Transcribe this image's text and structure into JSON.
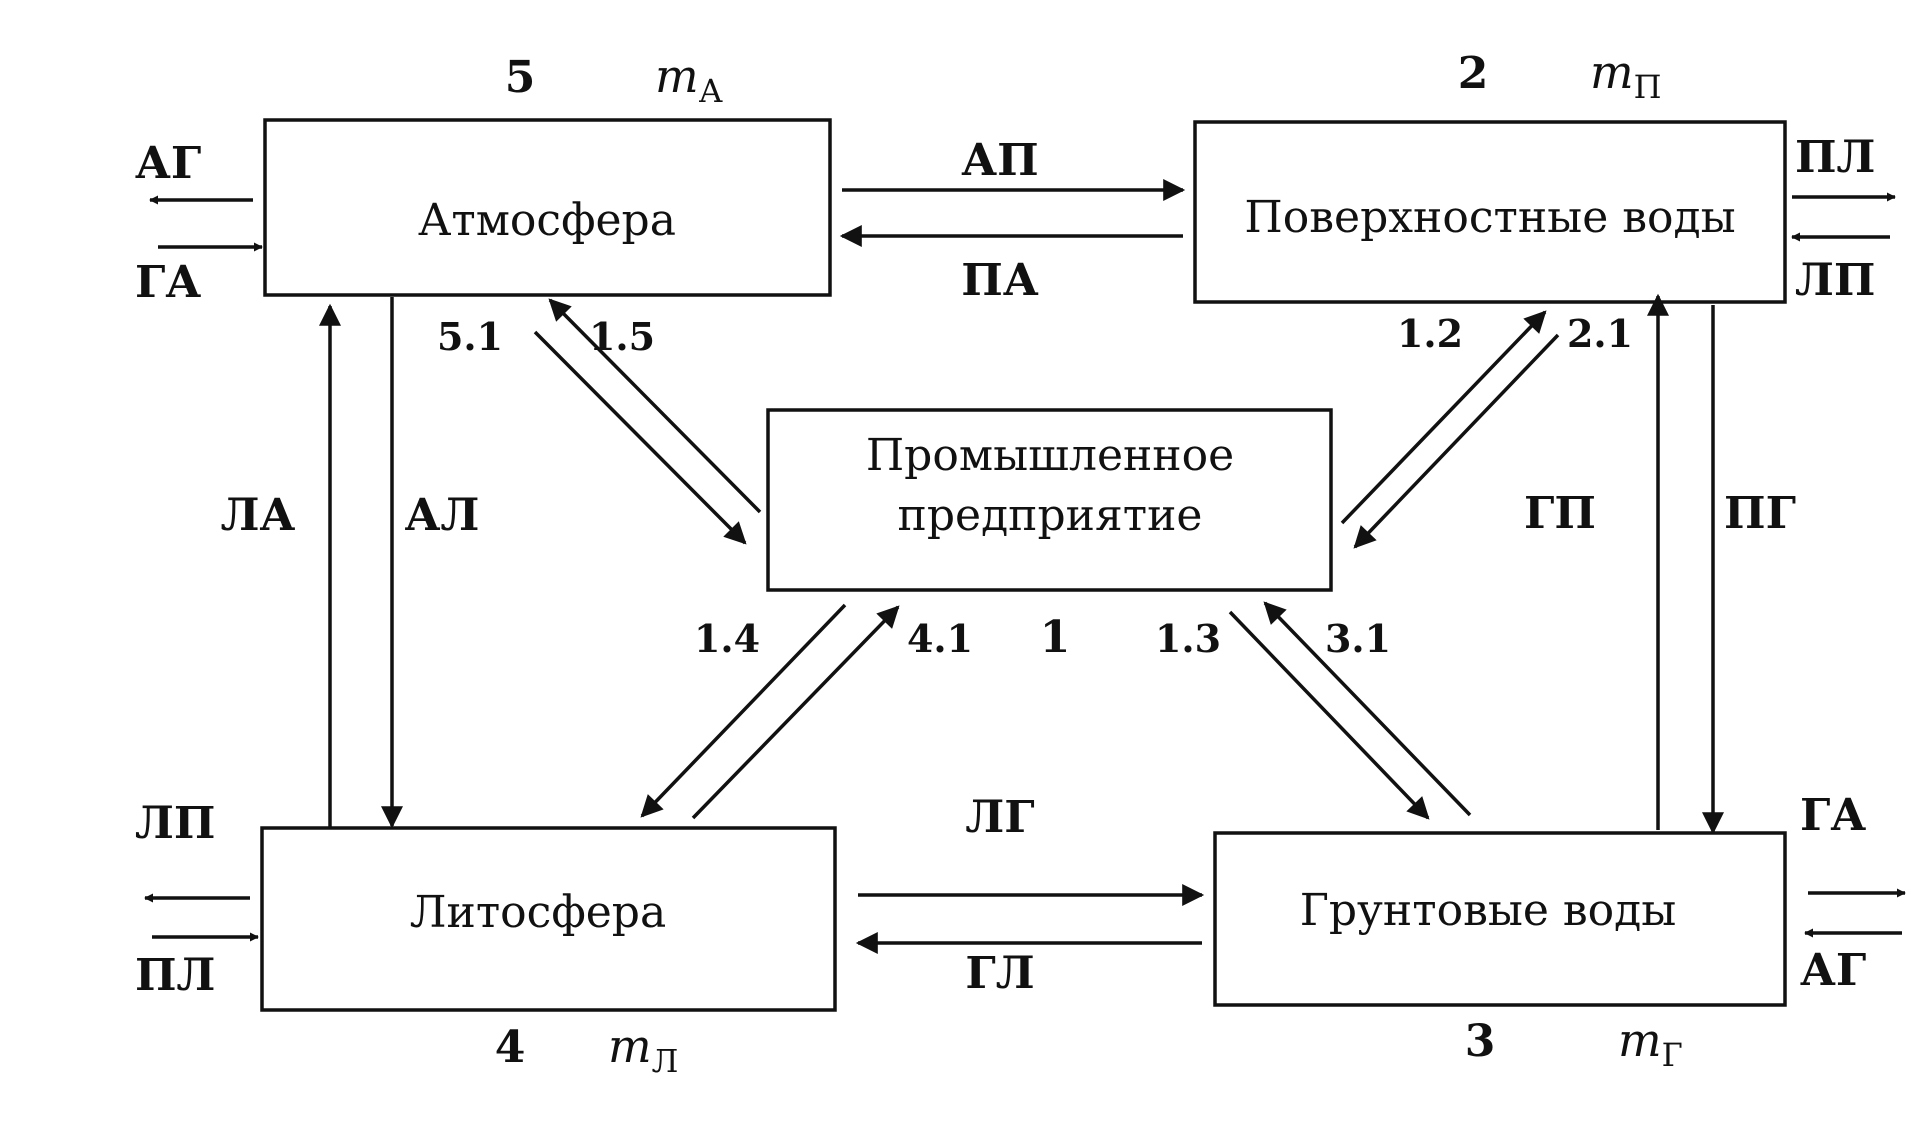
{
  "nodes": {
    "atmosphere": {
      "label": "Атмосфера",
      "id": "5",
      "mass_var": "m",
      "mass_sub": "А"
    },
    "surface": {
      "label": "Поверхностные воды",
      "id": "2",
      "mass_var": "m",
      "mass_sub": "П"
    },
    "plant": {
      "label_line1": "Промышленное",
      "label_line2": "предприятие",
      "id": "1"
    },
    "lithosphere": {
      "label": "Литосфера",
      "id": "4",
      "mass_var": "m",
      "mass_sub": "Л"
    },
    "groundwater": {
      "label": "Грунтовые воды",
      "id": "3",
      "mass_var": "m",
      "mass_sub": "Г"
    }
  },
  "flows": {
    "ag_top": "АГ",
    "ga_top": "ГА",
    "ap": "АП",
    "pa": "ПА",
    "pl_top": "ПЛ",
    "lp_top": "ЛП",
    "la": "ЛА",
    "al": "АЛ",
    "gp": "ГП",
    "pg": "ПГ",
    "lp_bottom": "ЛП",
    "pl_bottom": "ПЛ",
    "lg": "ЛГ",
    "gl": "ГЛ",
    "ga_bottom": "ГА",
    "ag_bottom": "АГ"
  },
  "links": {
    "f51": "5.1",
    "f15": "1.5",
    "f12": "1.2",
    "f21": "2.1",
    "f14": "1.4",
    "f41": "4.1",
    "f13": "1.3",
    "f31": "3.1"
  }
}
